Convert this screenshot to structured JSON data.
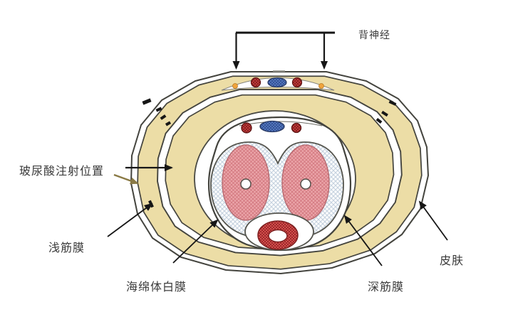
{
  "diagram": {
    "labels": {
      "dorsal_nerve": "背神经",
      "injection_site": "玻尿酸注射位置",
      "superficial_fascia": "浅筋膜",
      "corpus_cavernosum_tunica": "海绵体白膜",
      "deep_fascia": "深筋膜",
      "skin": "皮肤"
    },
    "colors": {
      "background": "#ffffff",
      "outline_dark": "#44443e",
      "fascia_tan": "#ecdda6",
      "inner_white": "#ffffff",
      "cavernosum_pink": "#eca6aa",
      "cavernosum_hatch": "#d2777e",
      "artery_red": "#c94040",
      "artery_hatch": "#7c1a1a",
      "vein_blue": "#5b7fc4",
      "vein_hatch": "#2c4a8e",
      "nerve_orange": "#f0a43c",
      "tunica_hatch": "#c3d0de",
      "urethra_red": "#e25656",
      "urethra_hatch": "#8f2121",
      "arrow_black": "#161616",
      "arrow_olive": "#8a7a45",
      "label_text": "#3a3a3a"
    }
  }
}
